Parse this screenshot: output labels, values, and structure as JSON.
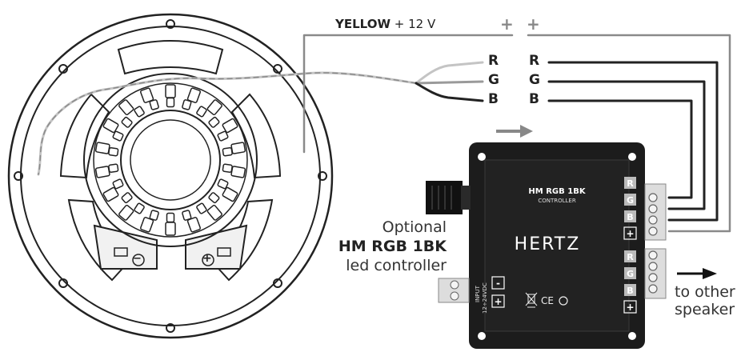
{
  "wiring": {
    "yellow_label": "YELLOW",
    "voltage_label": "+ 12 V",
    "plus_left": "+",
    "plus_right": "+",
    "speaker_side": {
      "r": "R",
      "g": "G",
      "b": "B"
    },
    "controller_side": {
      "r": "R",
      "g": "G",
      "b": "B"
    }
  },
  "controller": {
    "model": "HM RGB 1BK",
    "subtitle": "CONTROLLER",
    "brand": "HERTZ",
    "input_label_1": "INPUT",
    "input_label_2": "12÷24VDC",
    "input_minus": "-",
    "input_plus": "+",
    "certification": "CE",
    "out1": {
      "r": "R",
      "g": "G",
      "b": "B",
      "plus": "+"
    },
    "out2": {
      "r": "R",
      "g": "G",
      "b": "B",
      "plus": "+"
    }
  },
  "speaker": {
    "minus": "−",
    "plus": "+"
  },
  "optional_note": {
    "line1": "Optional",
    "line2": "HM RGB 1BK",
    "line3": "led controller"
  },
  "to_other": {
    "line1": "to other",
    "line2": "speaker"
  }
}
